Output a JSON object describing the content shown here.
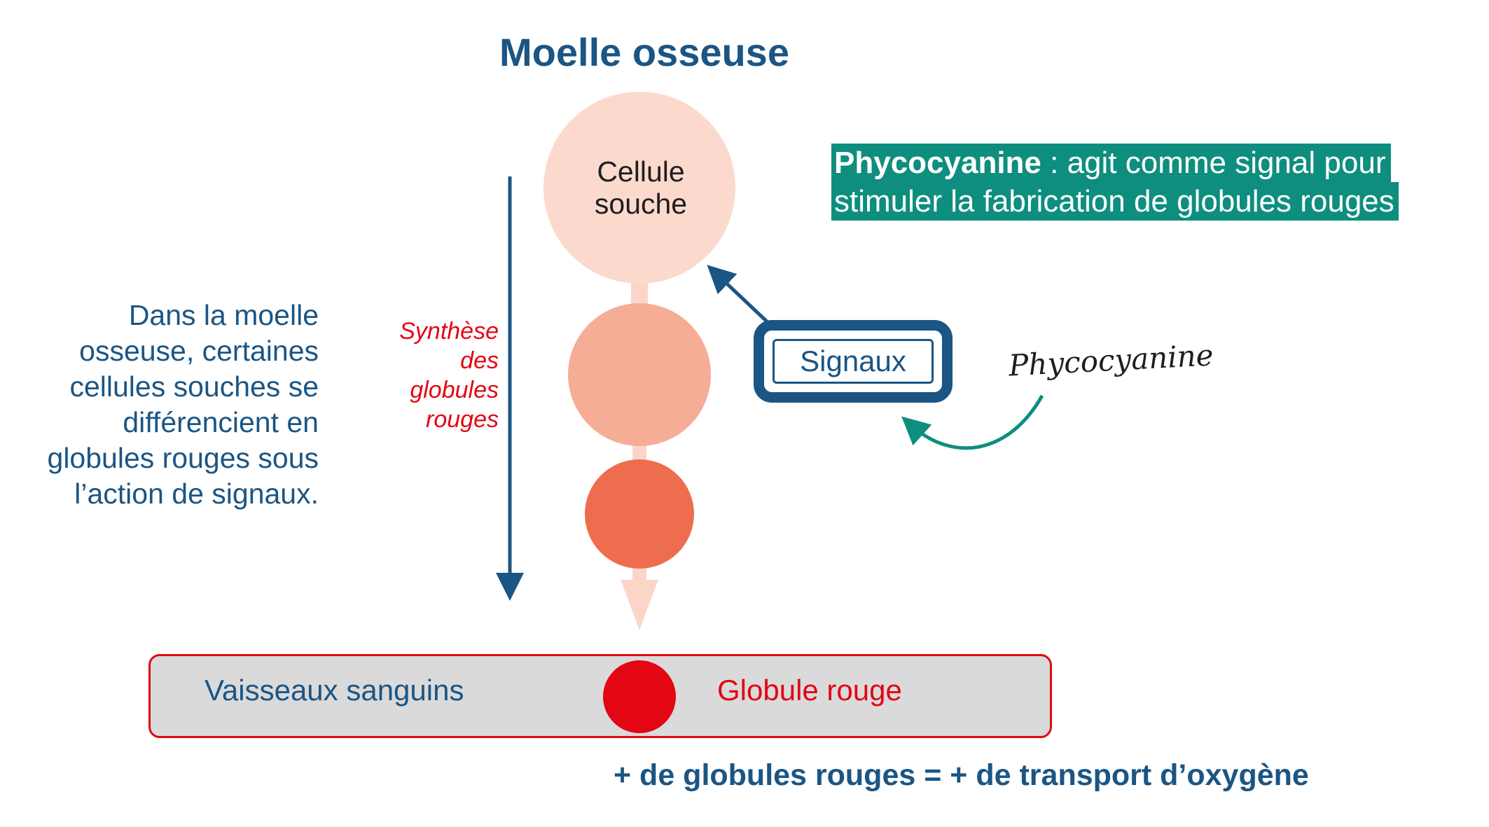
{
  "title": "Moelle osseuse",
  "stem_cell": {
    "line1": "Cellule",
    "line2": "souche"
  },
  "side_text": {
    "lines": [
      "Dans la moelle",
      "osseuse, certaines",
      "cellules souches se",
      "différencient en",
      "globules rouges sous",
      "l’action de signaux."
    ]
  },
  "synthesis_label": {
    "lines": [
      "Synthèse",
      "des",
      "globules",
      "rouges"
    ]
  },
  "signals_box": {
    "label": "Signaux"
  },
  "phycocyanin_box": {
    "bold": "Phycocyanine",
    "line1_rest": " : agit comme signal pour",
    "line2": "stimuler la fabrication de globules rouges"
  },
  "handwritten_label": "Phycocyanine",
  "vessel": {
    "label": "Vaisseaux sanguins",
    "cell_label": "Globule rouge"
  },
  "conclusion": "+ de globules rouges = + de transport d’oxygène",
  "colors": {
    "navy": "#1b5584",
    "red": "#e30613",
    "teal": "#0e8e7e",
    "stem_cell": "#fbdacd",
    "mid_cell": "#f5ad95",
    "late_cell": "#ee6d4e",
    "flow": "#fbd6c8",
    "vessel_fill": "#dadada"
  }
}
